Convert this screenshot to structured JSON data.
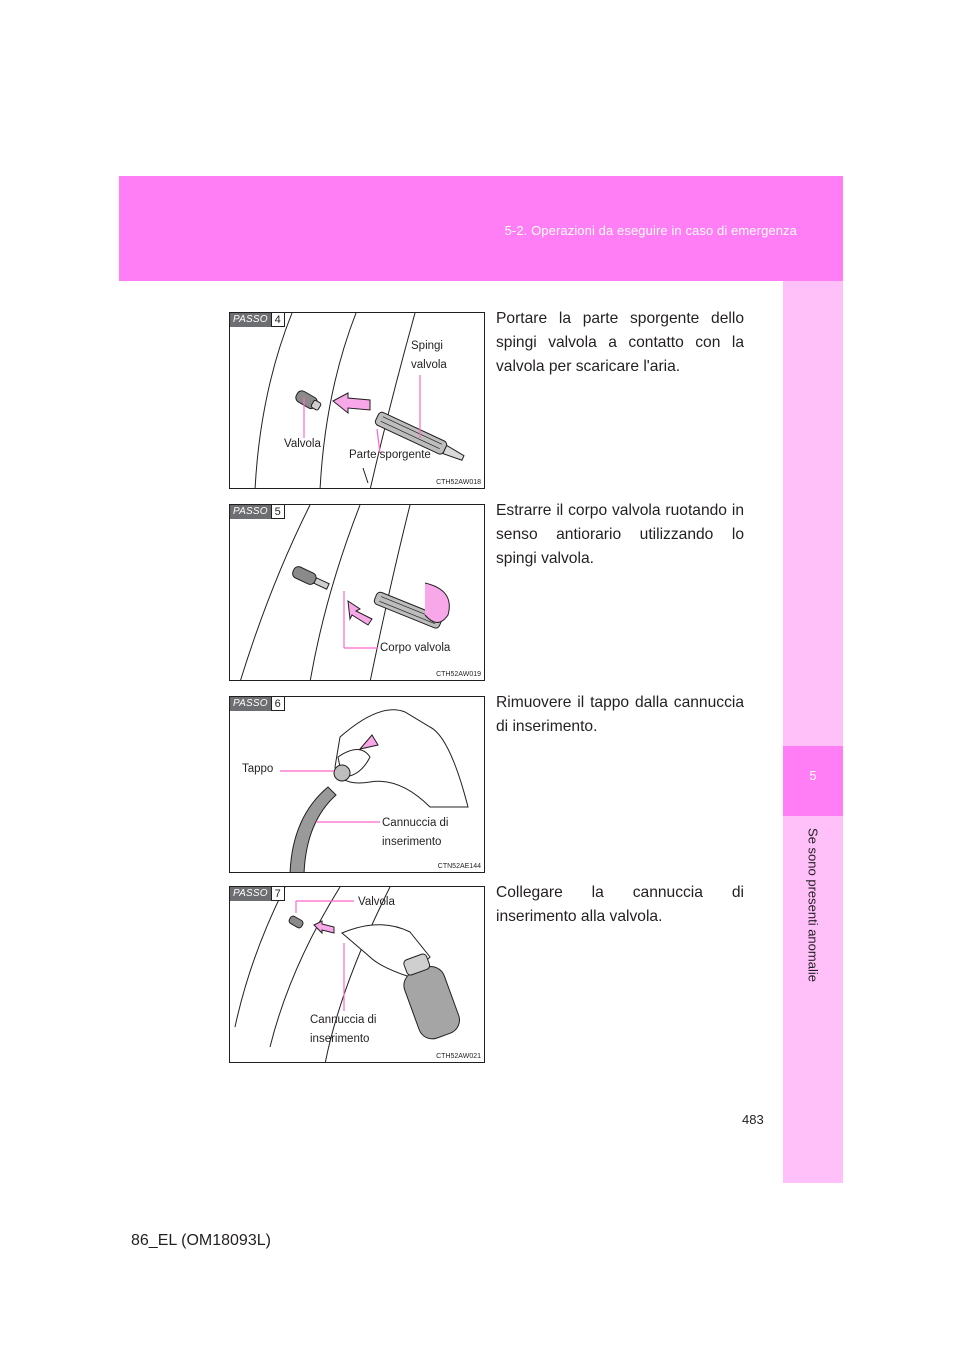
{
  "header": {
    "section_title": "5-2. Operazioni da eseguire in caso di emergenza"
  },
  "sidebar": {
    "chapter_number": "5",
    "chapter_title": "Se sono presenti anomalie"
  },
  "steps": [
    {
      "badge_word": "PASSO",
      "badge_number": "4",
      "figure_code": "CTH52AW018",
      "callouts": [
        "Spingi",
        "valvola",
        "Valvola",
        "Parte sporgente"
      ],
      "text": "Portare la parte sporgente dello spingi valvola a contatto con la valvola per scaricare l'aria."
    },
    {
      "badge_word": "PASSO",
      "badge_number": "5",
      "figure_code": "CTH52AW019",
      "callouts": [
        "Corpo valvola"
      ],
      "text": "Estrarre il corpo valvola ruotando in senso antiorario utilizzando lo spingi valvola."
    },
    {
      "badge_word": "PASSO",
      "badge_number": "6",
      "figure_code": "CTN52AE144",
      "callouts": [
        "Tappo",
        "Cannuccia di",
        "inserimento"
      ],
      "text": "Rimuovere il tappo dalla cannuccia di inserimento."
    },
    {
      "badge_word": "PASSO",
      "badge_number": "7",
      "figure_code": "CTH52AW021",
      "callouts": [
        "Valvola",
        "Cannuccia di",
        "inserimento"
      ],
      "text": "Collegare la cannuccia di inserimento alla valvola."
    }
  ],
  "page_number": "483",
  "footer_code": "86_EL (OM18093L)",
  "colors": {
    "header_band": "#ff7ef5",
    "side_tab": "#ffbff9",
    "callout_line": "#ff66cc",
    "arrow_fill": "#f8a8e8"
  }
}
